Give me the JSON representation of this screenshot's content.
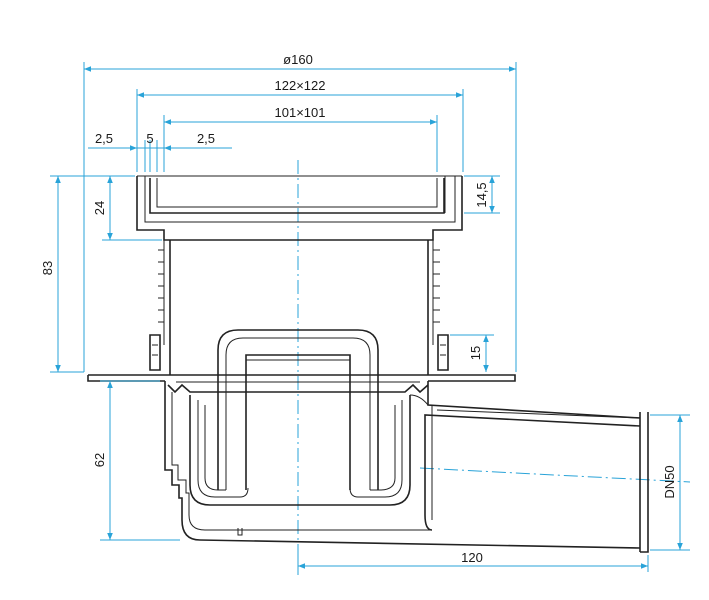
{
  "drawing": {
    "dimensions": {
      "overall_diameter": "ø160",
      "grate_frame": "122×122",
      "grate_inner": "101×101",
      "wall_left": "2,5",
      "gap": "5",
      "wall_right": "2,5",
      "frame_depth": "14,5",
      "grate_height": "24",
      "total_height": "83",
      "flange_height": "15",
      "lower_height": "62",
      "outlet_offset": "120",
      "outlet_size": "DN50"
    },
    "colors": {
      "dimension_lines": "#29a3d8",
      "outlines": "#222222"
    }
  }
}
